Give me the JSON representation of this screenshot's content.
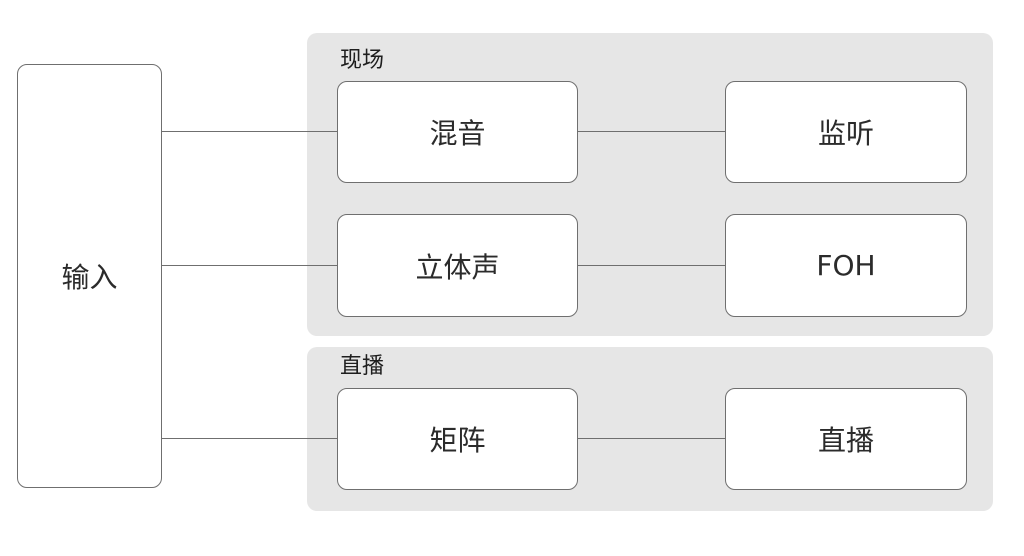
{
  "groups": {
    "live": {
      "label": "现场"
    },
    "broadcast": {
      "label": "直播"
    }
  },
  "nodes": {
    "input": "输入",
    "mix": "混音",
    "monitor": "监听",
    "stereo": "立体声",
    "foh": "FOH",
    "matrix": "矩阵",
    "broadcast": "直播"
  },
  "colors": {
    "panel": "#e6e6e6",
    "border": "#6f6f6f",
    "node_fill": "#ffffff",
    "text": "#2b2b2b"
  }
}
